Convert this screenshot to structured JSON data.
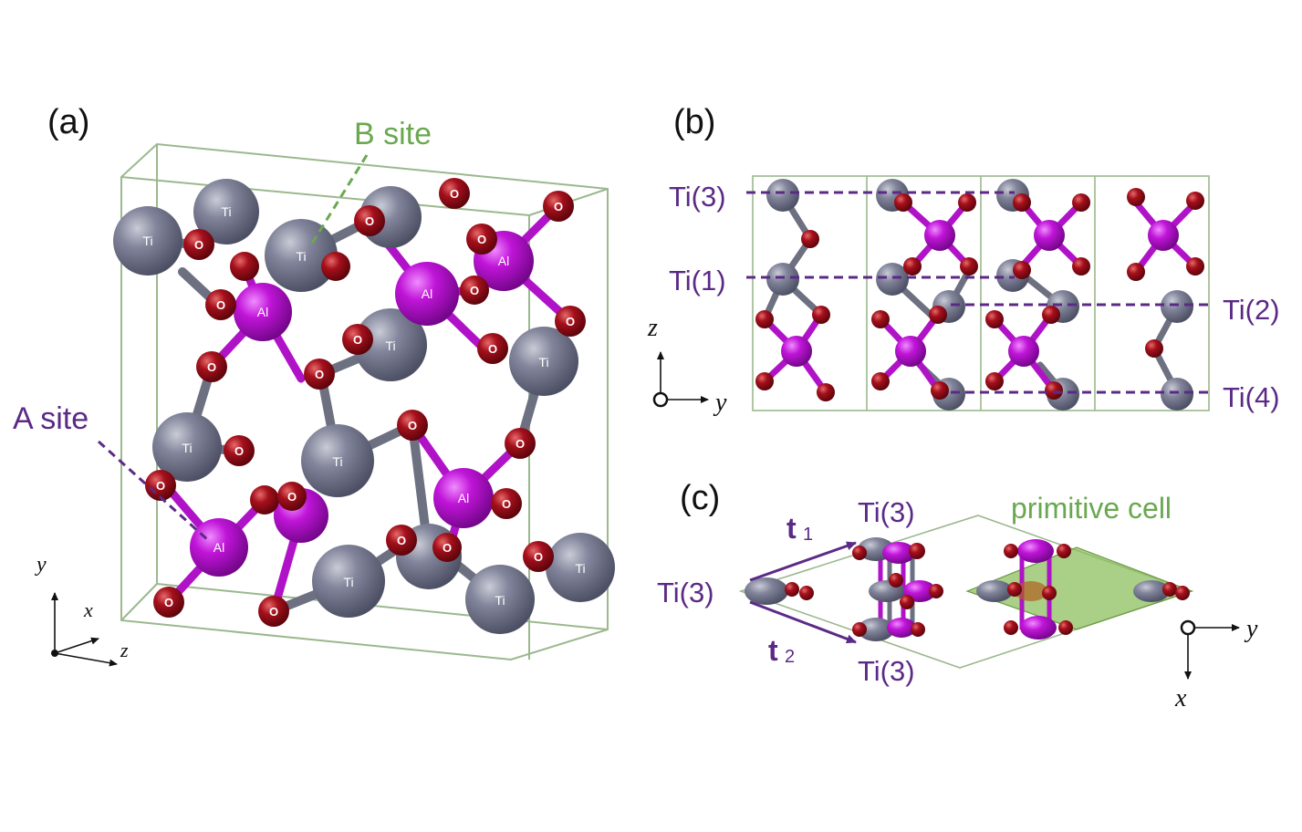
{
  "panels": {
    "a": "(a)",
    "b": "(b)",
    "c": "(c)"
  },
  "labels": {
    "b_site": "B site",
    "a_site": "A site",
    "ti1": "Ti(1)",
    "ti2": "Ti(2)",
    "ti3": "Ti(3)",
    "ti4": "Ti(4)",
    "primitive_cell": "primitive cell",
    "t_vec": "t",
    "t1_sub": "1",
    "t2_sub": "2"
  },
  "atoms": {
    "ti": "Ti",
    "al": "Al",
    "o": "O"
  },
  "axes": {
    "x": "x",
    "y": "y",
    "z": "z"
  },
  "colors": {
    "ti": "#7a7d8e",
    "al": "#b012c8",
    "o": "#8b0a16",
    "cell": "#9bb88e",
    "purple_label": "#5b2a86",
    "green_label": "#6aa84f",
    "primitive_fill": "#8dbf5e"
  }
}
